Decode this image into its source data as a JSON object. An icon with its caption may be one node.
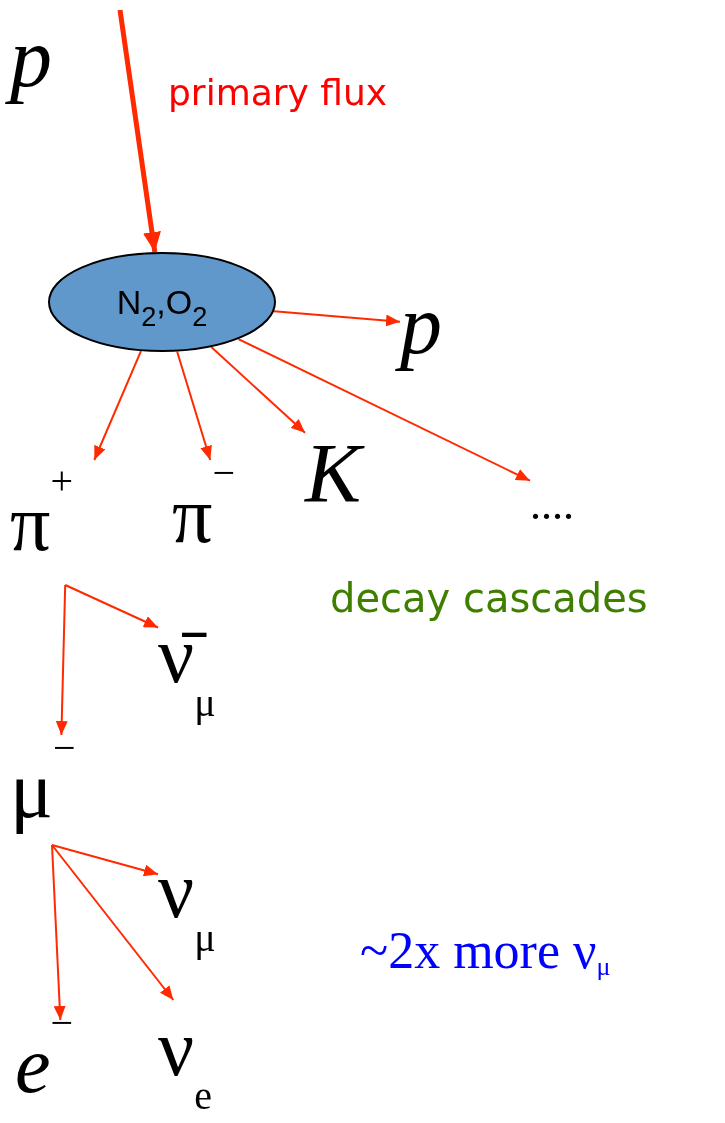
{
  "diagram": {
    "nodes": [
      {
        "text": [
          "p"
        ]
      },
      {
        "text": [
          "N$_{2}$,O$_{2}$"
        ]
      },
      {
        "text": [
          "p"
        ]
      },
      {
        "text": [
          "π$^{+}$"
        ]
      },
      {
        "text": [
          "π$^{−}$"
        ]
      },
      {
        "text": [
          "K"
        ]
      },
      {
        "text": [
          "...."
        ]
      },
      {
        "text": [
          "ν̄$_{μ}$"
        ]
      },
      {
        "text": [
          "μ$^{−}$"
        ]
      },
      {
        "text": [
          "ν$_{μ}$"
        ]
      },
      {
        "text": [
          "*e*$^{−}$"
        ]
      },
      {
        "text": [
          "ν$_{e}$"
        ]
      }
    ],
    "edges": [
      {
        "from": 0,
        "to": 1,
        "arrow": "to",
        "style": "thick",
        "label": "primary flux"
      },
      {
        "from": 1,
        "to": 2,
        "arrow": "to"
      },
      {
        "from": 1,
        "to": 3,
        "arrow": "to"
      },
      {
        "from": 1,
        "to": 4,
        "arrow": "to"
      },
      {
        "from": 1,
        "to": 5,
        "arrow": "to"
      },
      {
        "from": 1,
        "to": 6,
        "arrow": "to"
      },
      {
        "from": 3,
        "to": 7,
        "arrow": "to"
      },
      {
        "from": 3,
        "to": 8,
        "arrow": "to"
      },
      {
        "from": 8,
        "to": 9,
        "arrow": "to"
      },
      {
        "from": 8,
        "to": 10,
        "arrow": "to"
      },
      {
        "from": 8,
        "to": 11,
        "arrow": "to"
      }
    ],
    "labels": [
      "decay cascades",
      "~2x more ν$_{μ}$"
    ]
  }
}
